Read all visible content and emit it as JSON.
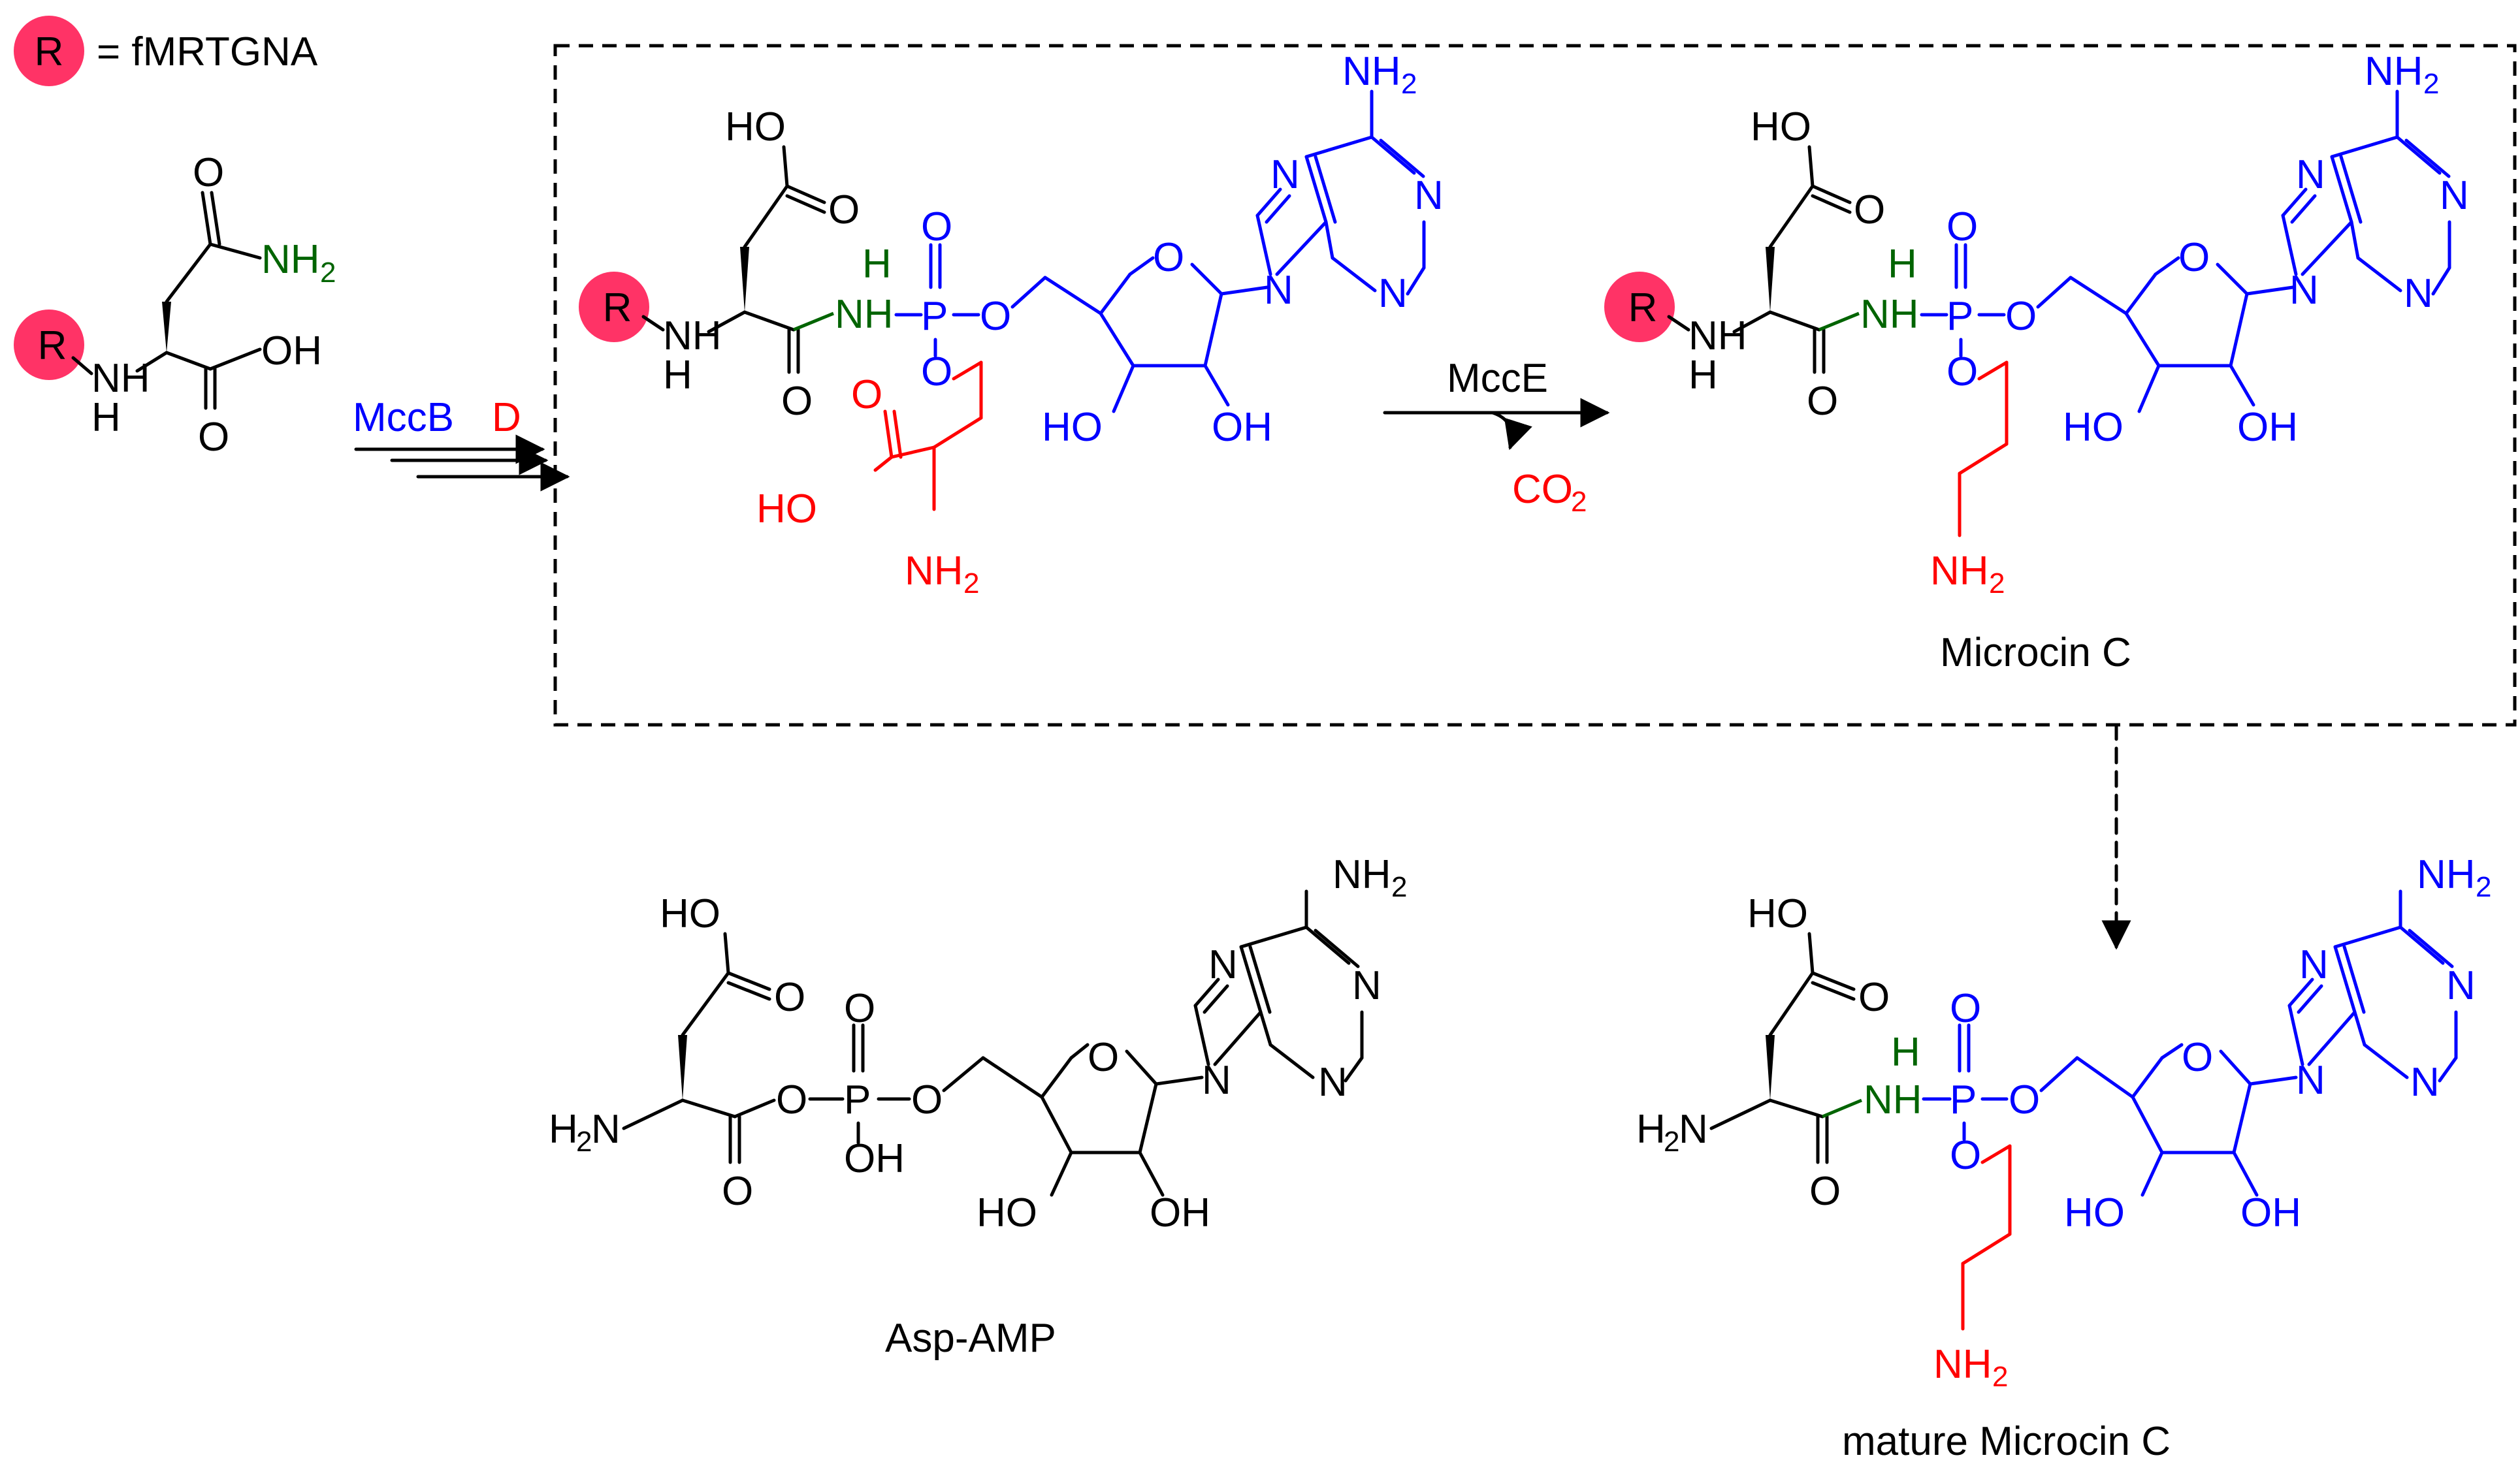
{
  "colors": {
    "black": "#000000",
    "blue": "#0000ff",
    "red": "#ff0000",
    "green": "#006400",
    "r_badge": "#ff3366"
  },
  "legend": {
    "r_label": "R",
    "definition": "= fMRTGNA"
  },
  "arrows": {
    "enzyme_1_part_a": "MccB",
    "enzyme_1_part_b": "D",
    "enzyme_2": "MccE",
    "byproduct": "CO",
    "byproduct_subscript": "2"
  },
  "labels": {
    "r": "R",
    "nh": "NH",
    "h": "H",
    "o": "O",
    "oh": "OH",
    "ho": "HO",
    "p": "P",
    "n": "N",
    "nh2_base": "NH",
    "nh2_sub": "2",
    "h2n_base": "H",
    "h2n_sub": "2",
    "h2n_n": "N"
  },
  "compounds": {
    "microcin_c": "Microcin C",
    "asp_amp": "Asp-AMP",
    "mature_microcin_c": "mature Microcin C"
  }
}
